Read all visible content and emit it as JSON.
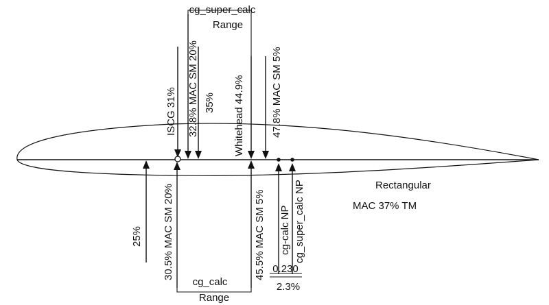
{
  "diagram": {
    "labels": {
      "cg_super_calc_range_1": "cg_super_calc",
      "cg_super_calc_range_2": "Range",
      "iscg": "ISCG 31%",
      "mac_sm_20_super": "32.8% MAC SM 20%",
      "pct_35": "35%",
      "whitehead": "Whitehead 44.9%",
      "mac_sm_5_super": "47.8% MAC SM 5%",
      "pct_25": "25%",
      "mac_sm_20_calc": "30.5% MAC SM 20%",
      "mac_sm_5_calc": "45.5% MAC SM 5%",
      "cg_calc_np": "cg-calc NP",
      "cg_super_calc_np": "cg_super_calc NP",
      "val_0230": "0.230",
      "pct_2_3": "2.3%",
      "cg_calc_range_1": "cg_calc",
      "cg_calc_range_2": "Range",
      "rectangular": "Rectangular",
      "mac_tm": "MAC 37% TM"
    },
    "colors": {
      "ink": "#111111",
      "background": "#ffffff"
    }
  }
}
